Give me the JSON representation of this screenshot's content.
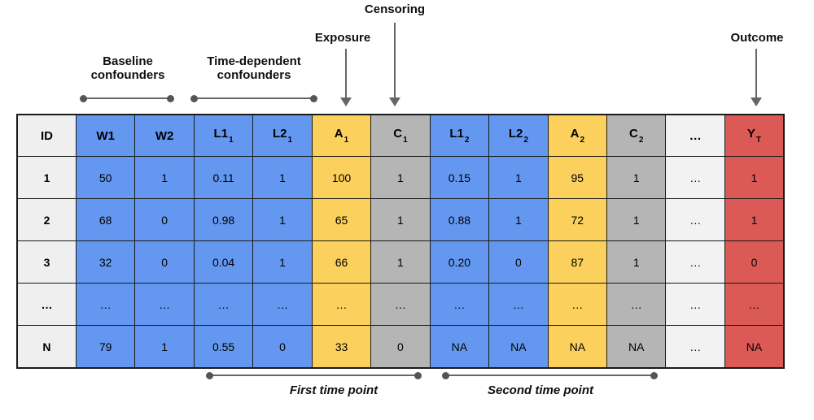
{
  "annotations": {
    "censoring": "Censoring",
    "exposure": "Exposure",
    "outcome": "Outcome",
    "baseline_confounders": "Baseline confounders",
    "time_dependent_confounders": "Time-dependent confounders",
    "first_time_point": "First time point",
    "second_time_point": "Second time point"
  },
  "colors": {
    "blue": "#6498f0",
    "yellow": "#fbd05c",
    "gray": "#b5b5b5",
    "red": "#db5a55",
    "idcol": "#efefef",
    "dots": "#f2f2f2",
    "arrow": "#666666",
    "dot": "#555555"
  },
  "table": {
    "columns": [
      {
        "name": "id",
        "label": "ID",
        "sub": "",
        "color": "idcol"
      },
      {
        "name": "w1",
        "label": "W1",
        "sub": "",
        "color": "blue"
      },
      {
        "name": "w2",
        "label": "W2",
        "sub": "",
        "color": "blue"
      },
      {
        "name": "l1-1",
        "label": "L1",
        "sub": "1",
        "color": "blue"
      },
      {
        "name": "l2-1",
        "label": "L2",
        "sub": "1",
        "color": "blue"
      },
      {
        "name": "a-1",
        "label": "A",
        "sub": "1",
        "color": "yellow"
      },
      {
        "name": "c-1",
        "label": "C",
        "sub": "1",
        "color": "gray"
      },
      {
        "name": "l1-2",
        "label": "L1",
        "sub": "2",
        "color": "blue"
      },
      {
        "name": "l2-2",
        "label": "L2",
        "sub": "2",
        "color": "blue"
      },
      {
        "name": "a-2",
        "label": "A",
        "sub": "2",
        "color": "yellow"
      },
      {
        "name": "c-2",
        "label": "C",
        "sub": "2",
        "color": "gray"
      },
      {
        "name": "ellipsis",
        "label": "…",
        "sub": "",
        "color": "dots"
      },
      {
        "name": "y-t",
        "label": "Y",
        "sub": "T",
        "color": "red"
      }
    ],
    "rows": [
      [
        "1",
        "50",
        "1",
        "0.11",
        "1",
        "100",
        "1",
        "0.15",
        "1",
        "95",
        "1",
        "…",
        "1"
      ],
      [
        "2",
        "68",
        "0",
        "0.98",
        "1",
        "65",
        "1",
        "0.88",
        "1",
        "72",
        "1",
        "…",
        "1"
      ],
      [
        "3",
        "32",
        "0",
        "0.04",
        "1",
        "66",
        "1",
        "0.20",
        "0",
        "87",
        "1",
        "…",
        "0"
      ],
      [
        "…",
        "…",
        "…",
        "…",
        "…",
        "…",
        "…",
        "…",
        "…",
        "…",
        "…",
        "…",
        "…"
      ],
      [
        "N",
        "79",
        "1",
        "0.55",
        "0",
        "33",
        "0",
        "NA",
        "NA",
        "NA",
        "NA",
        "…",
        "NA"
      ]
    ]
  }
}
